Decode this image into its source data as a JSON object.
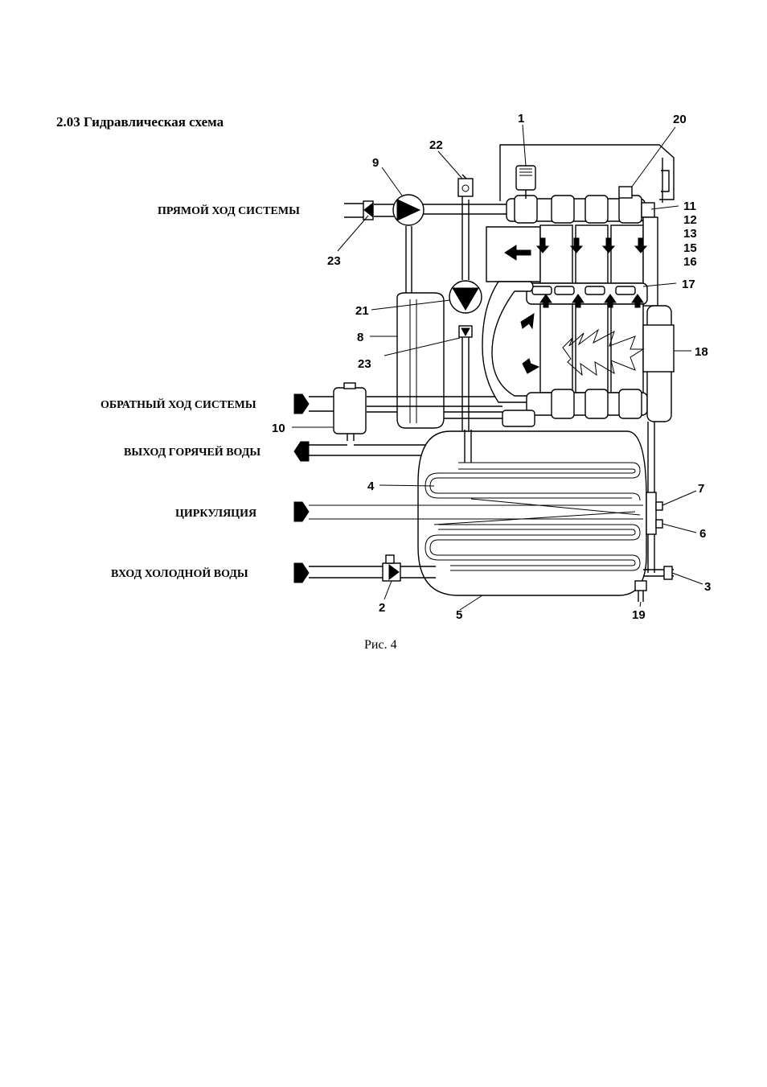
{
  "title": "2.03 Гидравлическая схема",
  "caption": "Рис. 4",
  "connections": [
    {
      "id": "supply",
      "label": "ПРЯМОЙ ХОД СИСТЕМЫ"
    },
    {
      "id": "return",
      "label": "ОБРАТНЫЙ ХОД СИСТЕМЫ"
    },
    {
      "id": "hot-out",
      "label": "ВЫХОД ГОРЯЧЕЙ ВОДЫ"
    },
    {
      "id": "circulation",
      "label": "ЦИРКУЛЯЦИЯ"
    },
    {
      "id": "cold-in",
      "label": "ВХОД ХОЛОДНОЙ ВОДЫ"
    }
  ],
  "callouts": {
    "c1": "1",
    "c20": "20",
    "c22": "22",
    "c9": "9",
    "c11": "11",
    "c12": "12",
    "c13": "13",
    "c15": "15",
    "c16": "16",
    "c23a": "23",
    "c17": "17",
    "c21": "21",
    "c8": "8",
    "c18": "18",
    "c23b": "23",
    "c10": "10",
    "c4": "4",
    "c7": "7",
    "c6": "6",
    "c3": "3",
    "c2": "2",
    "c5": "5",
    "c19": "19"
  }
}
